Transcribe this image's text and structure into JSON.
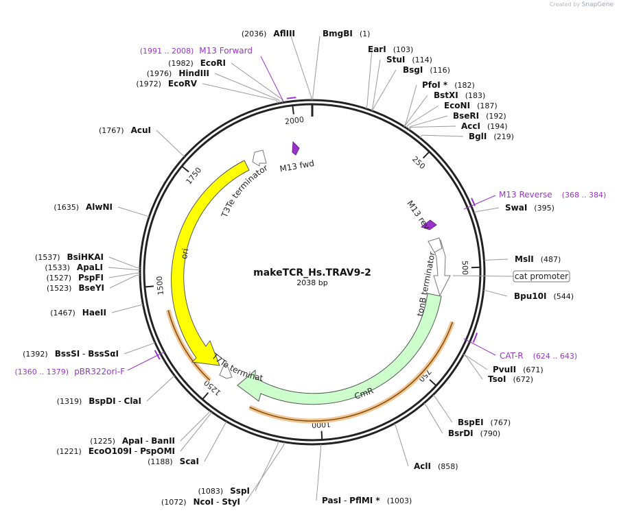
{
  "credit": {
    "prefix": "Created by",
    "brand": "SnapGene"
  },
  "plasmid": {
    "name": "makeTCR_Hs.TRAV9-2",
    "length_label": "2038 bp",
    "length": 2038
  },
  "colors": {
    "primer": "#9933cc",
    "ori": "#ffff00",
    "cmr": "#ccffcc",
    "terminator": "#ffffff",
    "orange": "#f2c48f",
    "site": "#000000",
    "line": "#999999"
  },
  "ticks": [
    {
      "pos": 250,
      "label": "250"
    },
    {
      "pos": 500,
      "label": "500"
    },
    {
      "pos": 750,
      "label": "750"
    },
    {
      "pos": 1000,
      "label": "1000"
    },
    {
      "pos": 1250,
      "label": "1250"
    },
    {
      "pos": 1500,
      "label": "1500"
    },
    {
      "pos": 1750,
      "label": "1750"
    },
    {
      "pos": 2000,
      "label": "2000"
    }
  ],
  "sites": [
    {
      "id": "afliii",
      "pos": 2036,
      "names": [
        "AflIII"
      ],
      "coord": "(2036)",
      "side": "left"
    },
    {
      "id": "bmgbi",
      "pos": 1,
      "names": [
        "BmgBI"
      ],
      "coord": "(1)",
      "side": "right"
    },
    {
      "id": "eari",
      "pos": 103,
      "names": [
        "EarI"
      ],
      "coord": "(103)",
      "side": "right"
    },
    {
      "id": "stui",
      "pos": 114,
      "names": [
        "StuI"
      ],
      "coord": "(114)",
      "side": "right"
    },
    {
      "id": "bsgi",
      "pos": 116,
      "names": [
        "BsgI"
      ],
      "coord": "(116)",
      "side": "right"
    },
    {
      "id": "pfoi",
      "pos": 182,
      "names": [
        "PfoI *"
      ],
      "coord": "(182)",
      "side": "right"
    },
    {
      "id": "bstxi",
      "pos": 183,
      "names": [
        "BstXI"
      ],
      "coord": "(183)",
      "side": "right"
    },
    {
      "id": "econi",
      "pos": 187,
      "names": [
        "EcoNI"
      ],
      "coord": "(187)",
      "side": "right"
    },
    {
      "id": "bseri",
      "pos": 192,
      "names": [
        "BseRI"
      ],
      "coord": "(192)",
      "side": "right"
    },
    {
      "id": "acci",
      "pos": 194,
      "names": [
        "AccI"
      ],
      "coord": "(194)",
      "side": "right"
    },
    {
      "id": "bgli",
      "pos": 219,
      "names": [
        "BglI"
      ],
      "coord": "(219)",
      "side": "right"
    },
    {
      "id": "swai",
      "pos": 395,
      "names": [
        "SwaI"
      ],
      "coord": "(395)",
      "side": "right"
    },
    {
      "id": "msli",
      "pos": 487,
      "names": [
        "MslI"
      ],
      "coord": "(487)",
      "side": "right"
    },
    {
      "id": "bpu10i",
      "pos": 544,
      "names": [
        "Bpu10I"
      ],
      "coord": "(544)",
      "side": "right"
    },
    {
      "id": "pvuii",
      "pos": 671,
      "names": [
        "PvuII"
      ],
      "coord": "(671)",
      "side": "right"
    },
    {
      "id": "tsoi",
      "pos": 672,
      "names": [
        "TsoI"
      ],
      "coord": "(672)",
      "side": "right"
    },
    {
      "id": "bspei",
      "pos": 767,
      "names": [
        "BspEI"
      ],
      "coord": "(767)",
      "side": "right"
    },
    {
      "id": "bsrdi",
      "pos": 790,
      "names": [
        "BsrDI"
      ],
      "coord": "(790)",
      "side": "right"
    },
    {
      "id": "acli",
      "pos": 858,
      "names": [
        "AclI"
      ],
      "coord": "(858)",
      "side": "right"
    },
    {
      "id": "pasi",
      "pos": 1003,
      "names": [
        "PasI",
        "PflMI *"
      ],
      "coord": "(1003)",
      "side": "right"
    },
    {
      "id": "sspi",
      "pos": 1083,
      "names": [
        "SspI"
      ],
      "coord": "(1083)",
      "side": "left"
    },
    {
      "id": "ncoi",
      "pos": 1072,
      "names": [
        "NcoI",
        "StyI"
      ],
      "coord": "(1072)",
      "side": "left"
    },
    {
      "id": "scai",
      "pos": 1188,
      "names": [
        "ScaI"
      ],
      "coord": "(1188)",
      "side": "left"
    },
    {
      "id": "apai",
      "pos": 1225,
      "names": [
        "ApaI",
        "BanII"
      ],
      "coord": "(1225)",
      "side": "left"
    },
    {
      "id": "eco0109i",
      "pos": 1221,
      "names": [
        "EcoO109I",
        "PspOMI"
      ],
      "coord": "(1221)",
      "side": "left"
    },
    {
      "id": "bspdi",
      "pos": 1319,
      "names": [
        "BspDI",
        "ClaI"
      ],
      "coord": "(1319)",
      "side": "left"
    },
    {
      "id": "bsssi",
      "pos": 1392,
      "names": [
        "BssSI",
        "BssSαI"
      ],
      "coord": "(1392)",
      "side": "left"
    },
    {
      "id": "haeii",
      "pos": 1467,
      "names": [
        "HaeII"
      ],
      "coord": "(1467)",
      "side": "left"
    },
    {
      "id": "bsehkai",
      "pos": 1537,
      "names": [
        "BsiHKAI"
      ],
      "coord": "(1537)",
      "side": "left"
    },
    {
      "id": "apali",
      "pos": 1533,
      "names": [
        "ApaLI"
      ],
      "coord": "(1533)",
      "side": "left"
    },
    {
      "id": "pspfi",
      "pos": 1527,
      "names": [
        "PspFI"
      ],
      "coord": "(1527)",
      "side": "left"
    },
    {
      "id": "bseyi",
      "pos": 1523,
      "names": [
        "BseYI"
      ],
      "coord": "(1523)",
      "side": "left"
    },
    {
      "id": "alwni",
      "pos": 1635,
      "names": [
        "AlwNI"
      ],
      "coord": "(1635)",
      "side": "left"
    },
    {
      "id": "acui",
      "pos": 1767,
      "names": [
        "AcuI"
      ],
      "coord": "(1767)",
      "side": "left"
    },
    {
      "id": "ecorv",
      "pos": 1972,
      "names": [
        "EcoRV"
      ],
      "coord": "(1972)",
      "side": "left"
    },
    {
      "id": "hindiii",
      "pos": 1976,
      "names": [
        "HindIII"
      ],
      "coord": "(1976)",
      "side": "left"
    },
    {
      "id": "ecori",
      "pos": 1982,
      "names": [
        "EcoRI"
      ],
      "coord": "(1982)",
      "side": "left"
    }
  ],
  "primer_labels": [
    {
      "id": "m13-forward",
      "name": "M13 Forward",
      "range": "(1991 .. 2008)",
      "start": 1991,
      "end": 2008
    },
    {
      "id": "m13-reverse",
      "name": "M13 Reverse",
      "range": "(368 .. 384)",
      "start": 368,
      "end": 384
    },
    {
      "id": "cat-r",
      "name": "CAT-R",
      "range": "(624 .. 643)",
      "start": 624,
      "end": 643
    },
    {
      "id": "pbr322ori-f",
      "name": "pBR322ori-F",
      "range": "(1360 .. 1379)",
      "start": 1360,
      "end": 1379
    }
  ],
  "features": [
    {
      "id": "ori",
      "name": "ori",
      "start": 1280,
      "end": 1870,
      "direction": "reverse"
    },
    {
      "id": "cmr",
      "name": "CmR",
      "start": 560,
      "end": 1150,
      "direction": "reverse"
    },
    {
      "id": "tonb",
      "name": "tonB terminator",
      "start": 440,
      "end": 500,
      "direction": "forward"
    },
    {
      "id": "t3te",
      "name": "T3Te terminator",
      "start": 1880,
      "end": 1905,
      "direction": "reverse"
    },
    {
      "id": "t7te",
      "name": "T7Te terminator",
      "start": 1240,
      "end": 1262,
      "direction": "reverse"
    },
    {
      "id": "m13fwd",
      "name": "M13 fwd",
      "start": 2008,
      "end": 2020,
      "direction": "forward"
    },
    {
      "id": "m13rev",
      "name": "M13 rev",
      "start": 392,
      "end": 405,
      "direction": "reverse"
    },
    {
      "id": "cat-promoter",
      "name": "cat promoter"
    }
  ],
  "orange_arcs": [
    {
      "id": "orange-ori",
      "start": 1265,
      "end": 1445
    },
    {
      "id": "orange-cmr",
      "start": 620,
      "end": 1160
    }
  ]
}
